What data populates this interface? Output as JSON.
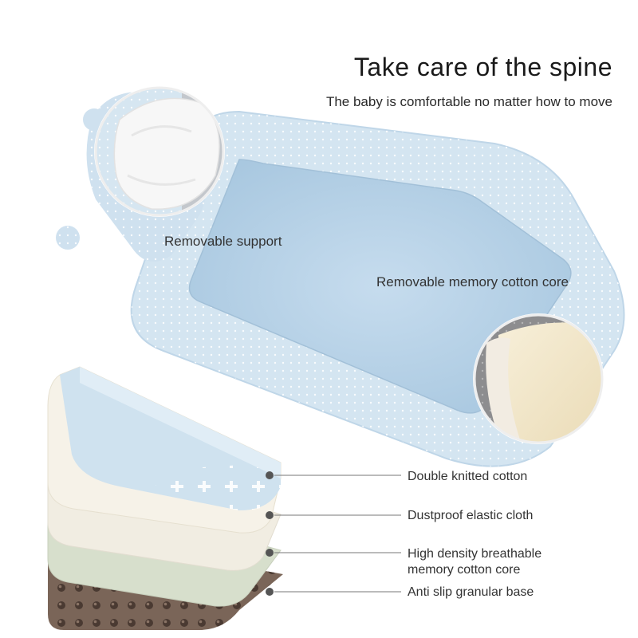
{
  "heading": {
    "title": "Take care of the spine",
    "subtitle": "The baby is comfortable no matter how to move"
  },
  "callouts": {
    "support": "Removable support",
    "core": "Removable memory cotton core"
  },
  "layers": [
    {
      "label": "Double knitted cotton"
    },
    {
      "label": "Dustproof elastic cloth"
    },
    {
      "label": "High density breathable",
      "label_line2": "memory cotton core"
    },
    {
      "label": "Anti slip granular base"
    }
  ],
  "colors": {
    "fabric": "#cfe2ef",
    "fabric_light": "#e4eff7",
    "cushion_inner": "#b9d5ea",
    "cotton_layer": "#f6f2e8",
    "elastic_layer": "#f1ede2",
    "memory_layer": "#d7dfcc",
    "base_layer": "#7a6558",
    "text": "#333333"
  }
}
